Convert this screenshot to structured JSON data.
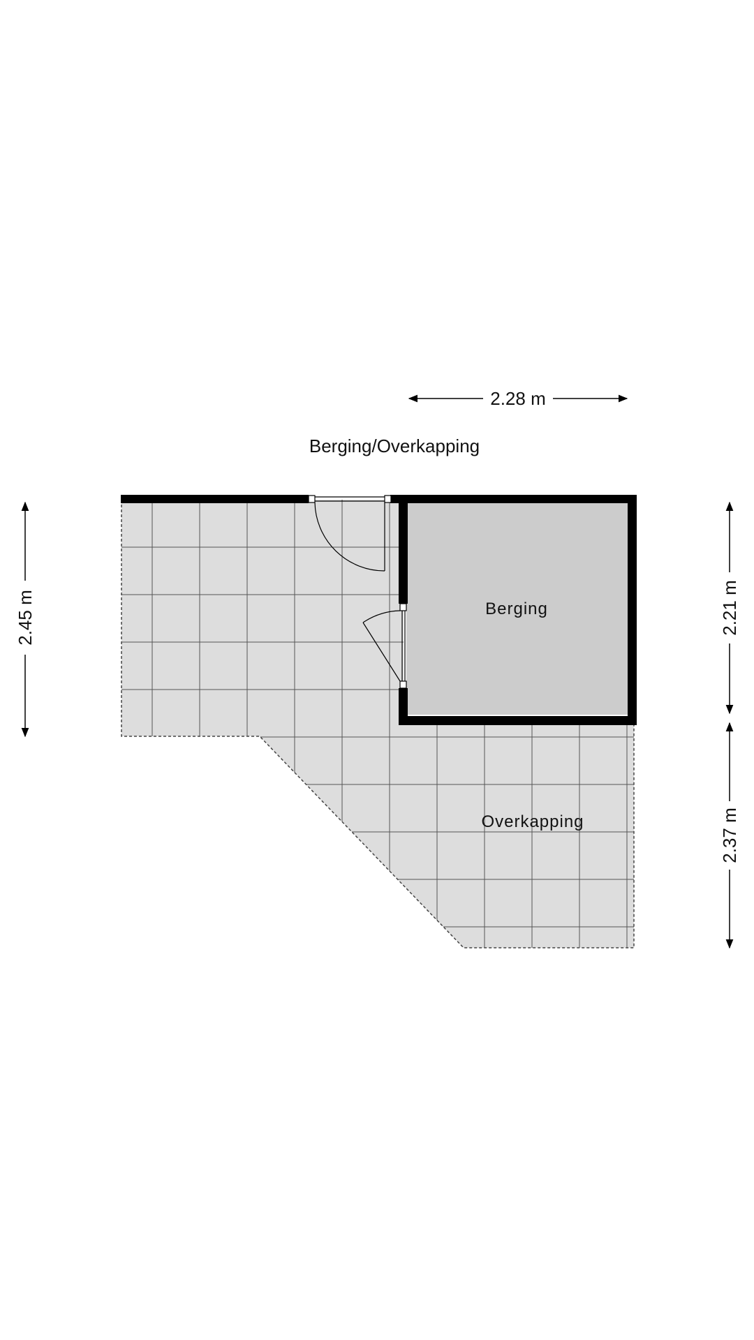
{
  "plan": {
    "title": "Berging/Overkapping",
    "rooms": {
      "berging": {
        "label": "Berging"
      },
      "overkapping": {
        "label": "Overkapping"
      }
    },
    "dimensions": {
      "top_width": "2.28 m",
      "left_height": "2.45 m",
      "right_upper_height": "2.21 m",
      "right_lower_height": "2.37 m"
    },
    "colors": {
      "wall": "#000000",
      "berging_floor": "#cccccc",
      "overkapping_floor": "#dddddd",
      "tile_line": "#555555",
      "dashed_edge": "#444444",
      "background": "#ffffff"
    }
  }
}
